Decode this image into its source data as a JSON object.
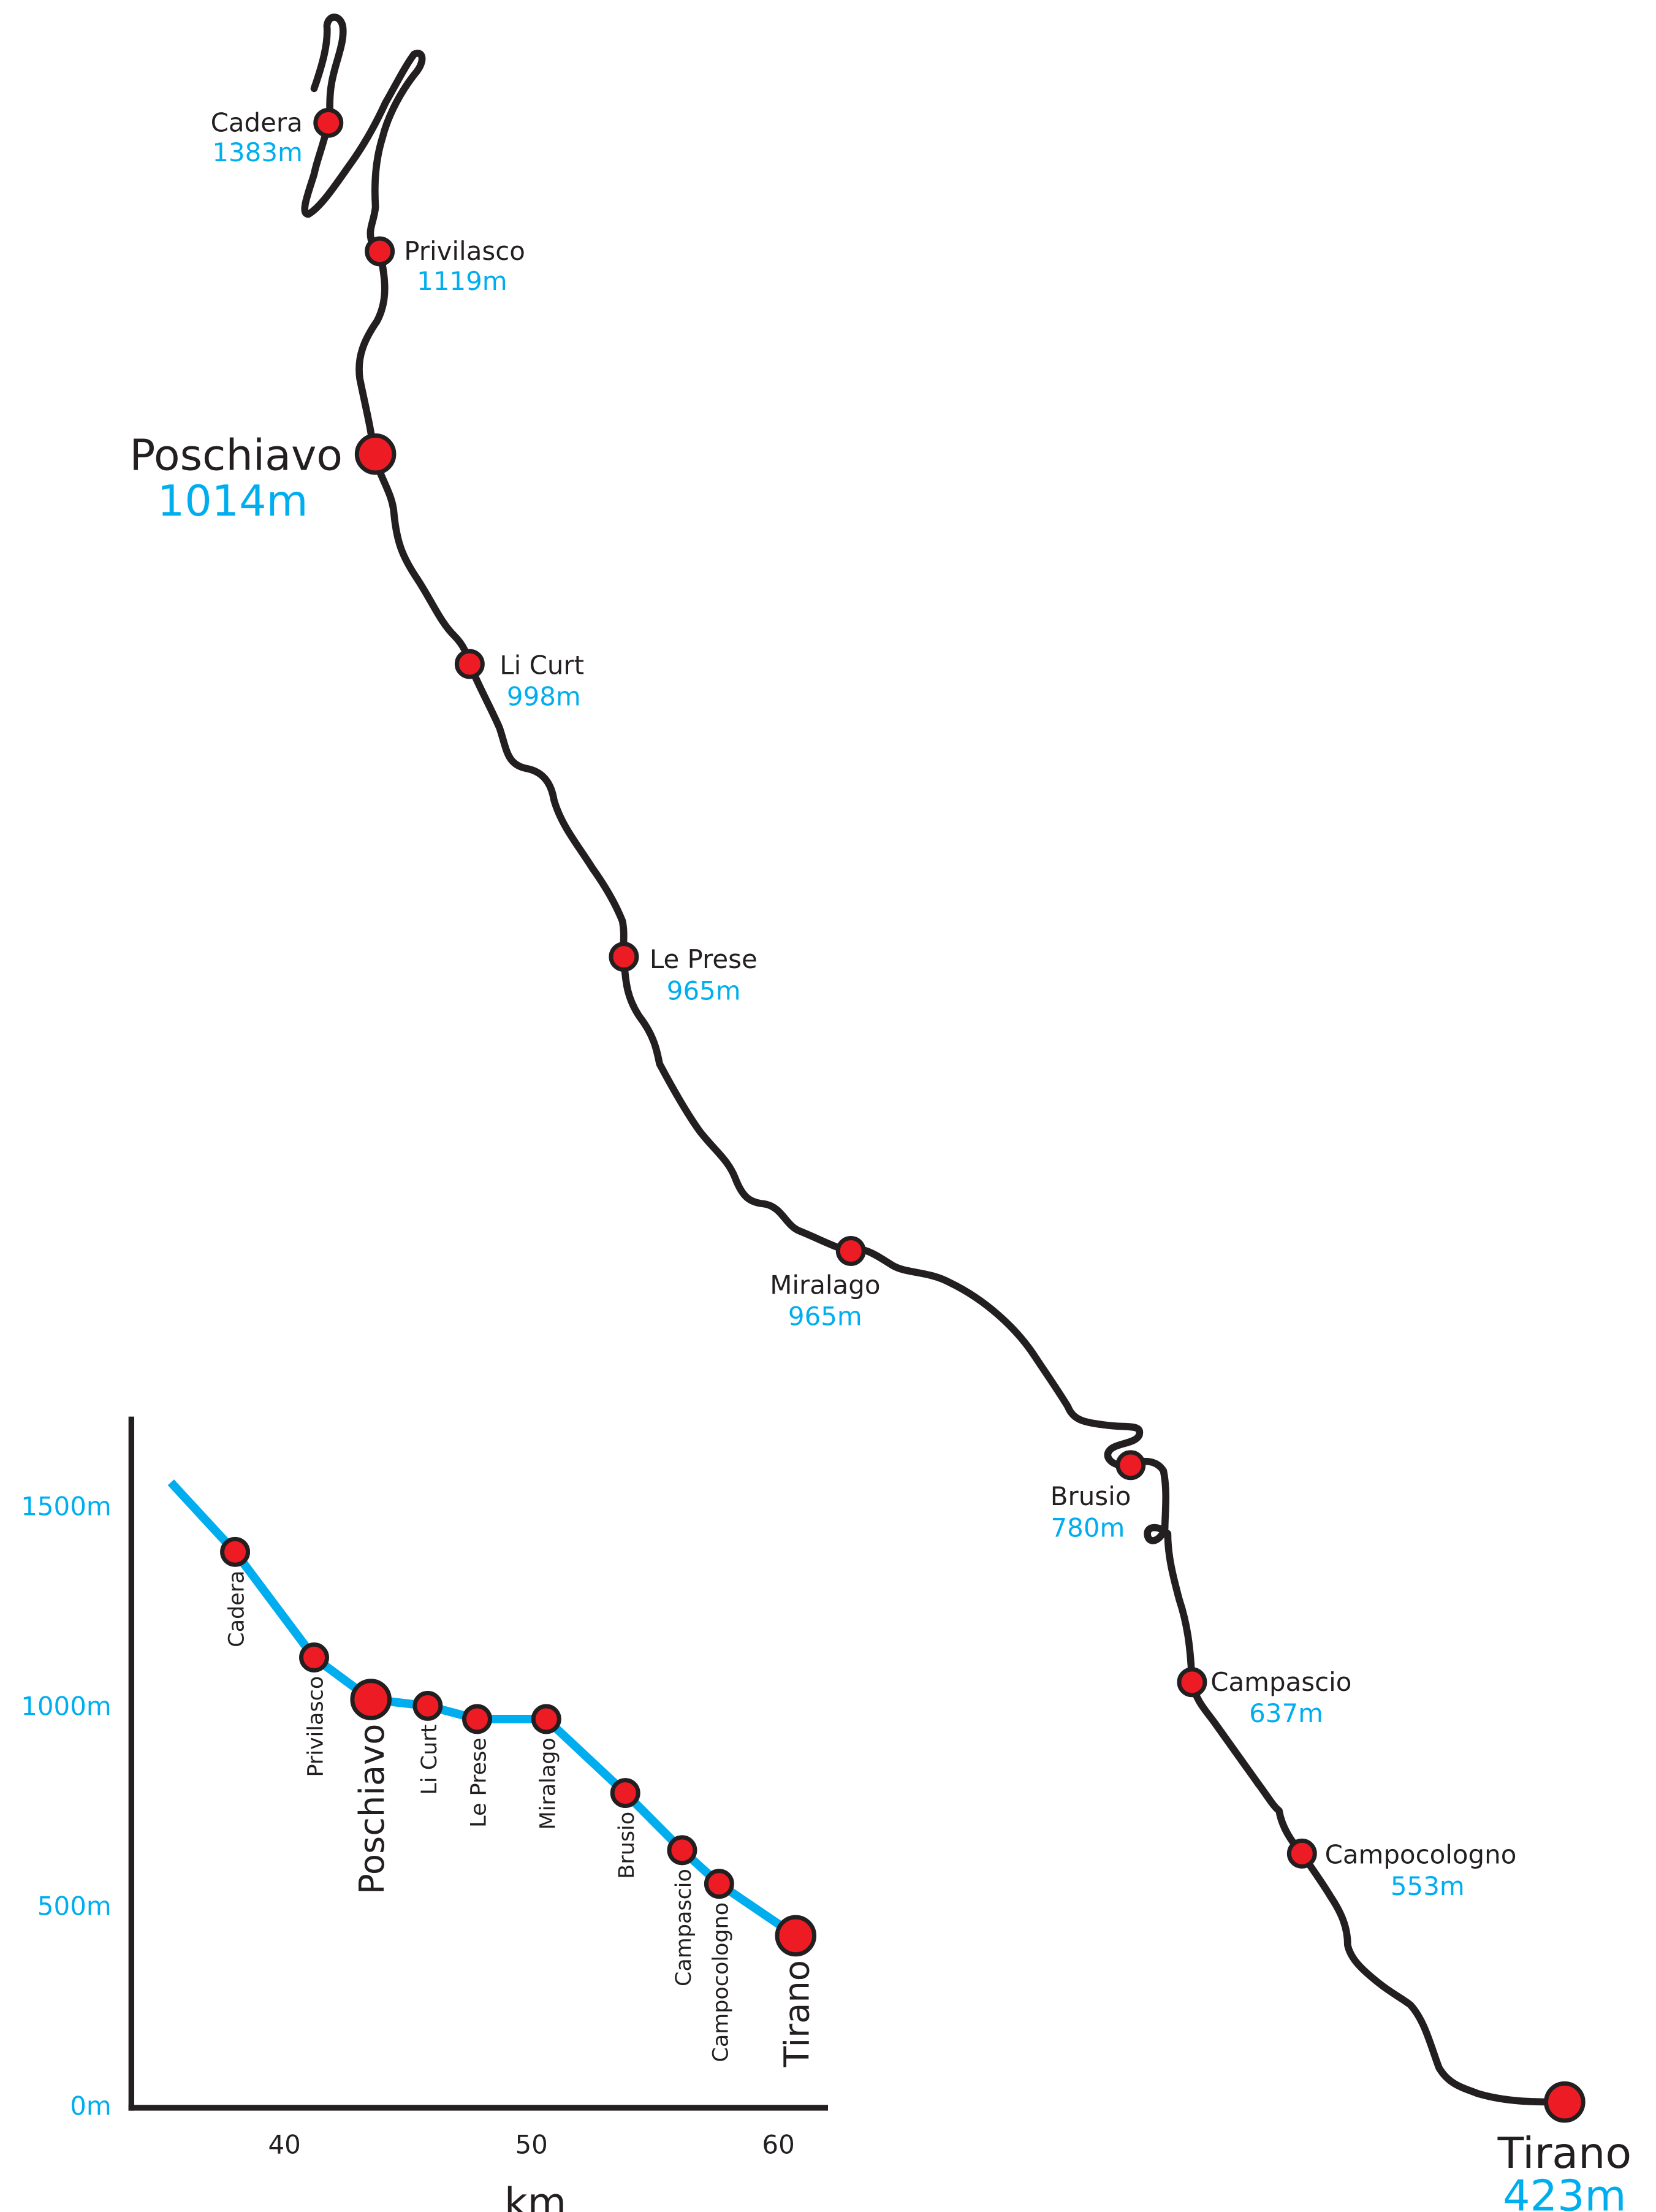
{
  "colors": {
    "route": "#231f20",
    "station": "#ed1c24",
    "elevation": "#00aeef",
    "profile": "#00aeef"
  },
  "stations": [
    {
      "name": "Cadera",
      "elevation_label": "1383m",
      "major": false
    },
    {
      "name": "Privilasco",
      "elevation_label": "1119m",
      "major": false
    },
    {
      "name": "Poschiavo",
      "elevation_label": "1014m",
      "major": true
    },
    {
      "name": "Li Curt",
      "elevation_label": "998m",
      "major": false
    },
    {
      "name": "Le Prese",
      "elevation_label": "965m",
      "major": false
    },
    {
      "name": "Miralago",
      "elevation_label": "965m",
      "major": false
    },
    {
      "name": "Brusio",
      "elevation_label": "780m",
      "major": false
    },
    {
      "name": "Campascio",
      "elevation_label": "637m",
      "major": false
    },
    {
      "name": "Campocologno",
      "elevation_label": "553m",
      "major": false
    },
    {
      "name": "Tirano",
      "elevation_label": "423m",
      "major": true
    }
  ],
  "chart_data": {
    "type": "line",
    "title": "",
    "xlabel": "km",
    "ylabel": "",
    "xlim": [
      33.8,
      62
    ],
    "ylim": [
      0,
      1700
    ],
    "x_ticks": [
      40,
      50,
      60
    ],
    "y_ticks": [
      {
        "value": 0,
        "label": "0m"
      },
      {
        "value": 500,
        "label": "500m"
      },
      {
        "value": 1000,
        "label": "1000m"
      },
      {
        "value": 1500,
        "label": "1500m"
      }
    ],
    "line_start": {
      "x": 35.4,
      "y": 1557
    },
    "points": [
      {
        "name": "Cadera",
        "x": 38.0,
        "y": 1383
      },
      {
        "name": "Privilasco",
        "x": 41.2,
        "y": 1119
      },
      {
        "name": "Poschiavo",
        "x": 43.5,
        "y": 1014
      },
      {
        "name": "Li Curt",
        "x": 45.8,
        "y": 998
      },
      {
        "name": "Le Prese",
        "x": 47.8,
        "y": 965
      },
      {
        "name": "Miralago",
        "x": 50.6,
        "y": 965
      },
      {
        "name": "Brusio",
        "x": 53.8,
        "y": 780
      },
      {
        "name": "Campascio",
        "x": 56.1,
        "y": 637
      },
      {
        "name": "Campocologno",
        "x": 57.6,
        "y": 553
      },
      {
        "name": "Tirano",
        "x": 60.7,
        "y": 423
      }
    ],
    "grid": false,
    "legend": "none"
  }
}
